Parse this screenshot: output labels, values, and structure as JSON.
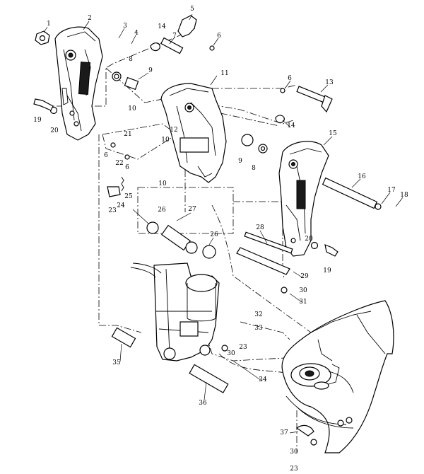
{
  "diagram": {
    "callouts": [
      "1",
      "2",
      "3",
      "4",
      "5",
      "6",
      "7",
      "8",
      "9",
      "10",
      "11",
      "12",
      "13",
      "14",
      "15",
      "16",
      "17",
      "18",
      "19",
      "20",
      "21",
      "22",
      "23",
      "24",
      "25",
      "26",
      "27",
      "28",
      "29",
      "30",
      "31",
      "32",
      "33",
      "34",
      "35",
      "36",
      "37"
    ],
    "parts": {
      "nut": "1",
      "left_bracket": "2",
      "grease_fitting": "3",
      "bolt_top": "4",
      "lock_lever": "5",
      "clip_pin": "6",
      "pin": "7",
      "washer": "8",
      "bushing": "9",
      "small_screw": "10",
      "swivel_bracket": "11",
      "stopper_pin": "12",
      "tilt_lever": "13",
      "circlip": "14",
      "right_bracket": "15",
      "through_tube": "16",
      "tube_nut": "17",
      "set_screw": "18",
      "bolt_side": "19",
      "washer_side": "20",
      "spring_pin": "21",
      "lever_shaft": "22",
      "bolt_small": "23",
      "plate": "24",
      "spring": "25",
      "collar": "26",
      "cylinder_pin": "27",
      "anode_bar": "28",
      "anode_plate": "29",
      "washer_small": "30",
      "screw": "31",
      "clamp": "32",
      "bolt_clamp": "33",
      "hose": "34",
      "upper_shaft": "35",
      "lower_shaft": "36",
      "lead_wire": "37"
    }
  }
}
